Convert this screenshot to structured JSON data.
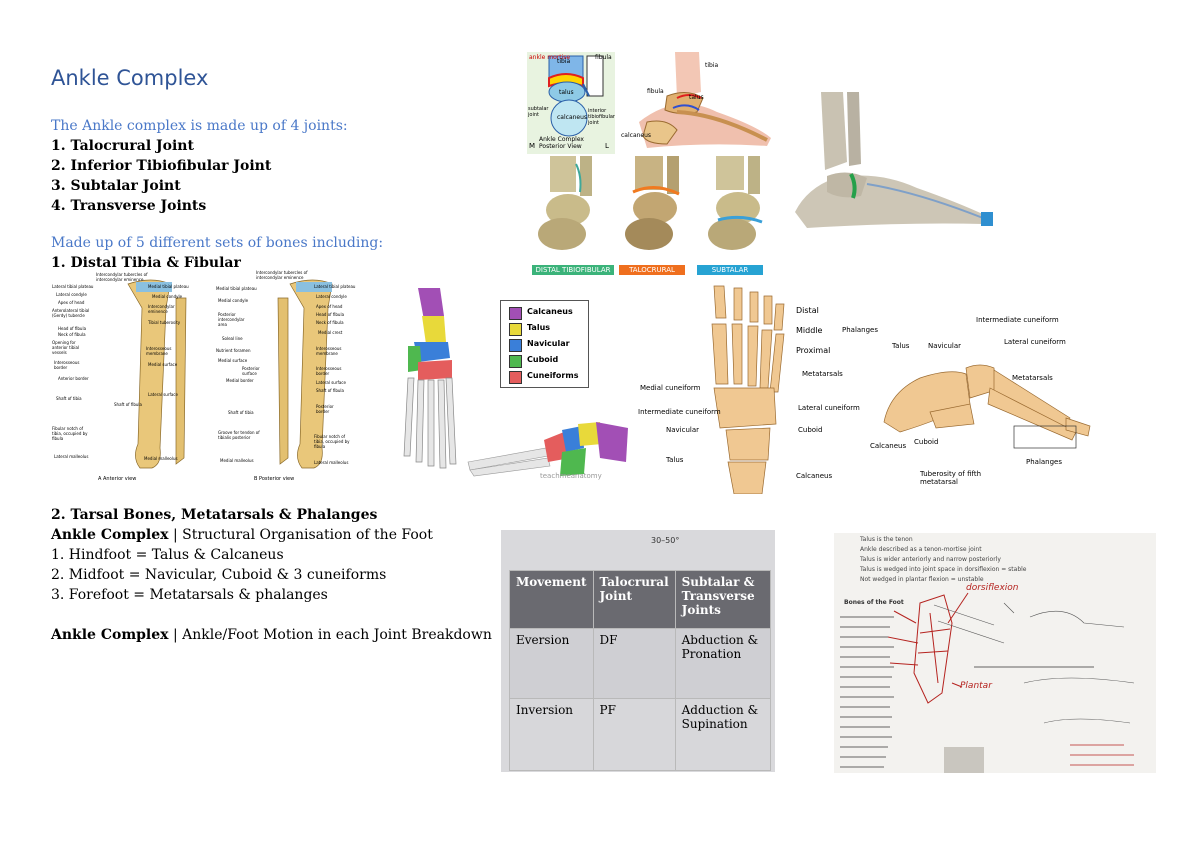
{
  "title": "Ankle Complex",
  "intro": "The Ankle complex is made up of 4 joints:",
  "joints": [
    "1. Talocrural Joint",
    "2. Inferior Tibiofibular Joint",
    "3. Subtalar Joint",
    "4. Transverse Joints"
  ],
  "bones_intro": "Made up of 5 different sets of bones including:",
  "bones_1": "1. Distal Tibia & Fibular",
  "bones_2": "2. Tarsal Bones, Metatarsals & Phalanges",
  "structural": {
    "bold": "Ankle Complex",
    "rest": " | Structural Organisation of the Foot"
  },
  "org": [
    "1. Hindfoot = Talus & Calcaneus",
    "2. Midfoot = Navicular, Cuboid & 3 cuneiforms",
    "3. Forefoot = Metatarsals & phalanges"
  ],
  "motion": {
    "bold": "Ankle Complex",
    "rest": " | Ankle/Foot Motion in each Joint Breakdown"
  },
  "joint_figure": {
    "labels": [
      "ankle mortise",
      "tibia",
      "fibula",
      "talus",
      "calcaneus",
      "subtalar joint",
      "interior tibiofibular joint",
      "Ankle Complex Posterior View",
      "M",
      "L"
    ],
    "foot_labels": [
      "tibia",
      "fibula",
      "talus",
      "calcaneus"
    ],
    "captions": [
      "DISTAL TIBIOFIBULAR",
      "TALOCRURAL",
      "SUBTALAR"
    ]
  },
  "tibia_figure": {
    "anterior_labels": [
      "Intercondylar tubercles of intercondylar eminence",
      "Lateral tibial plateau",
      "Medial tibial plateau",
      "Lateral condyle",
      "Medial condyle",
      "Apex of head",
      "Anterolateral tibial (Gerdy) tubercle",
      "Intercondylar eminence",
      "Head of fibula",
      "Tibial tuberosity",
      "Neck of fibula",
      "Opening for anterior tibial vessels",
      "Interosseous membrane",
      "Interosseous border",
      "Medial surface",
      "Anterior border",
      "Shaft of tibia",
      "Lateral surface",
      "Shaft of fibula",
      "Fibular notch of tibia, occupied by fibula",
      "Lateral malleolus",
      "Medial malleolus"
    ],
    "anterior_caption": "A Anterior view",
    "posterior_labels": [
      "Intercondylar tubercles of intercondylar eminence",
      "Medial tibial plateau",
      "Lateral tibial plateau",
      "Medial condyle",
      "Lateral condyle",
      "Apex of head",
      "Posterior intercondylar area",
      "Head of fibula",
      "Neck of fibula",
      "Soleal line",
      "Medial crest",
      "Nutrient foramen",
      "Interosseous membrane",
      "Medial surface",
      "Interosseous border",
      "Posterior surface",
      "Medial border",
      "Lateral surface",
      "Shaft of fibula",
      "Shaft of tibia",
      "Posterior border",
      "Groove for tendon of tibialis posterior",
      "Fibular notch of tibia, occupied by fibula",
      "Medial malleolus",
      "Lateral malleolus"
    ],
    "posterior_caption": "B Posterior view"
  },
  "legend": [
    {
      "name": "Calcaneus",
      "color": "#a24fb5"
    },
    {
      "name": "Talus",
      "color": "#e8d93a"
    },
    {
      "name": "Navicular",
      "color": "#3a7fd9"
    },
    {
      "name": "Cuboid",
      "color": "#4fb84f"
    },
    {
      "name": "Cuneiforms",
      "color": "#e45d5d"
    }
  ],
  "watermark": "teachmeanatomy",
  "foot_top_labels": [
    "Distal",
    "Middle",
    "Proximal",
    "Phalanges",
    "Metatarsals",
    "Medial cuneiform",
    "Intermediate cuneiform",
    "Lateral cuneiform",
    "Navicular",
    "Cuboid",
    "Talus",
    "Calcaneus"
  ],
  "foot_side_labels": [
    "Intermediate cuneiform",
    "Talus",
    "Navicular",
    "Lateral cuneiform",
    "Metatarsals",
    "Calcaneus",
    "Cuboid",
    "Tuberosity of fifth metatarsal",
    "Phalanges"
  ],
  "movement_table": {
    "top_note": "30–50°",
    "headers": [
      "Movement",
      "Talocrural Joint",
      "Subtalar & Transverse Joints"
    ],
    "rows": [
      [
        "Eversion",
        "DF",
        "Abduction & Pronation"
      ],
      [
        "Inversion",
        "PF",
        "Adduction & Supination"
      ]
    ]
  },
  "notes": {
    "lines": [
      "Talus is the tenon",
      "Ankle described as a tenon-mortise joint",
      "Talus is wider anteriorly and narrow posteriorly",
      "Talus is wedged into joint space in dorsiflexion = stable",
      "Not wedged in plantar flexion = unstable"
    ],
    "heading": "Bones of the Foot",
    "annotations": [
      "dorsiflexion",
      "Plantar"
    ]
  }
}
